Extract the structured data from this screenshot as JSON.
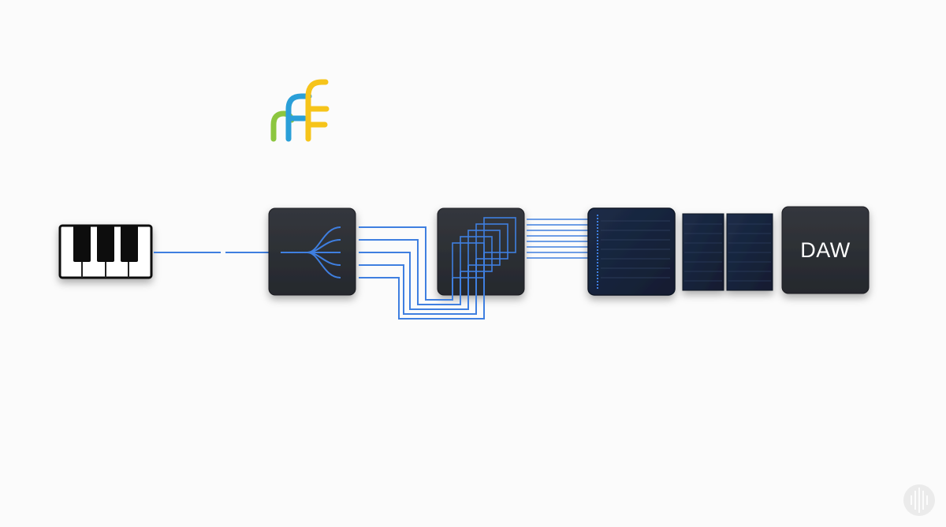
{
  "colors": {
    "background": "#fbfbfb",
    "box": "#2b2e33",
    "box_edge": "#1b1d21",
    "signal": "#3f7fe0",
    "panel": "#18263f",
    "logo_green": "#8cc63f",
    "logo_blue": "#2a9fd8",
    "logo_yellow": "#f6c41a"
  },
  "icons": {
    "logo": "logo-icon",
    "keyboard": "piano-keyboard-icon",
    "splitter": "signal-splitter-icon",
    "router": "signal-router-icon",
    "daw_label": "DAW"
  },
  "diagram": {
    "nodes": [
      "keyboard",
      "splitter",
      "router",
      "processor",
      "panels",
      "daw"
    ],
    "split_lines": 5,
    "router_layers": 5,
    "bus_lines": 8
  }
}
